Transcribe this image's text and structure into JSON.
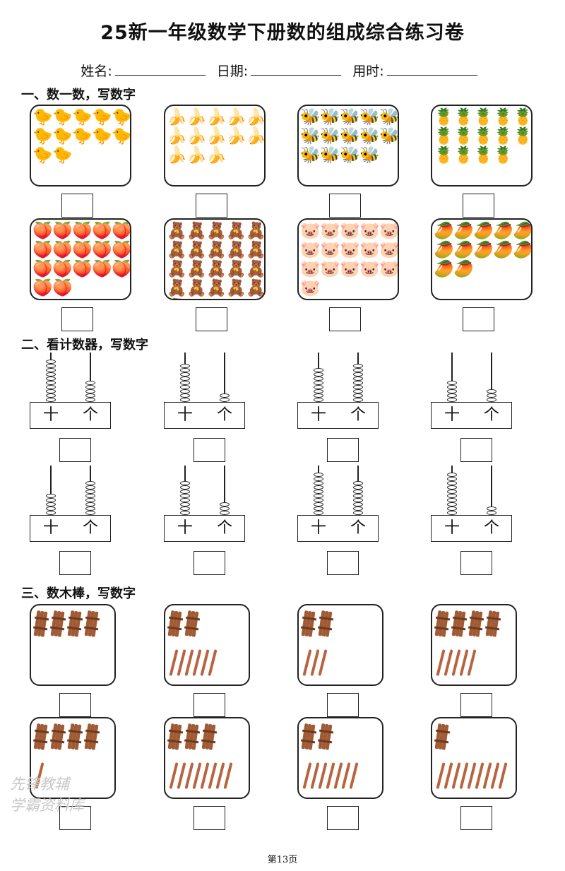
{
  "title": "25新一年级数学下册数的组成综合练习卷",
  "info": {
    "name_label": "姓名:",
    "date_label": "日期:",
    "time_label": "用时:"
  },
  "sections": {
    "s1": "一、数一数，写数字",
    "s2": "二、看计数器，写数字",
    "s3": "三、数木棒，写数字"
  },
  "count_items": [
    {
      "icon": "🐤",
      "count": 12,
      "color": "#f4c400"
    },
    {
      "icon": "🍌",
      "count": 13,
      "color": "#f2d300"
    },
    {
      "icon": "🐝",
      "count": 14,
      "color": "#c9cc3f"
    },
    {
      "icon": "🍍",
      "count": 14,
      "color": "#d2a21e"
    },
    {
      "icon": "🍑",
      "count": 17,
      "color": "#f18b8b"
    },
    {
      "icon": "🧸",
      "count": 21,
      "color": "#c9945b"
    },
    {
      "icon": "🐷",
      "count": 16,
      "color": "#f4b8c0"
    },
    {
      "icon": "🥭",
      "count": 12,
      "color": "#f1c000"
    }
  ],
  "abacus_labels": {
    "tens": "十",
    "ones": "个"
  },
  "abaci": [
    {
      "tens": 10,
      "ones": 5
    },
    {
      "tens": 9,
      "ones": 2
    },
    {
      "tens": 8,
      "ones": 9
    },
    {
      "tens": 5,
      "ones": 3
    },
    {
      "tens": 5,
      "ones": 8
    },
    {
      "tens": 8,
      "ones": 3
    },
    {
      "tens": 10,
      "ones": 8
    },
    {
      "tens": 10,
      "ones": 2
    }
  ],
  "sticks": [
    {
      "bundles": 4,
      "singles": 0
    },
    {
      "bundles": 2,
      "singles": 6
    },
    {
      "bundles": 2,
      "singles": 3
    },
    {
      "bundles": 4,
      "singles": 5
    },
    {
      "bundles": 4,
      "singles": 1
    },
    {
      "bundles": 3,
      "singles": 8
    },
    {
      "bundles": 2,
      "singles": 7
    },
    {
      "bundles": 1,
      "singles": 9
    }
  ],
  "footer": "第13页",
  "watermark": {
    "line1": "先锋教辅",
    "line2": "学霸资料库"
  }
}
